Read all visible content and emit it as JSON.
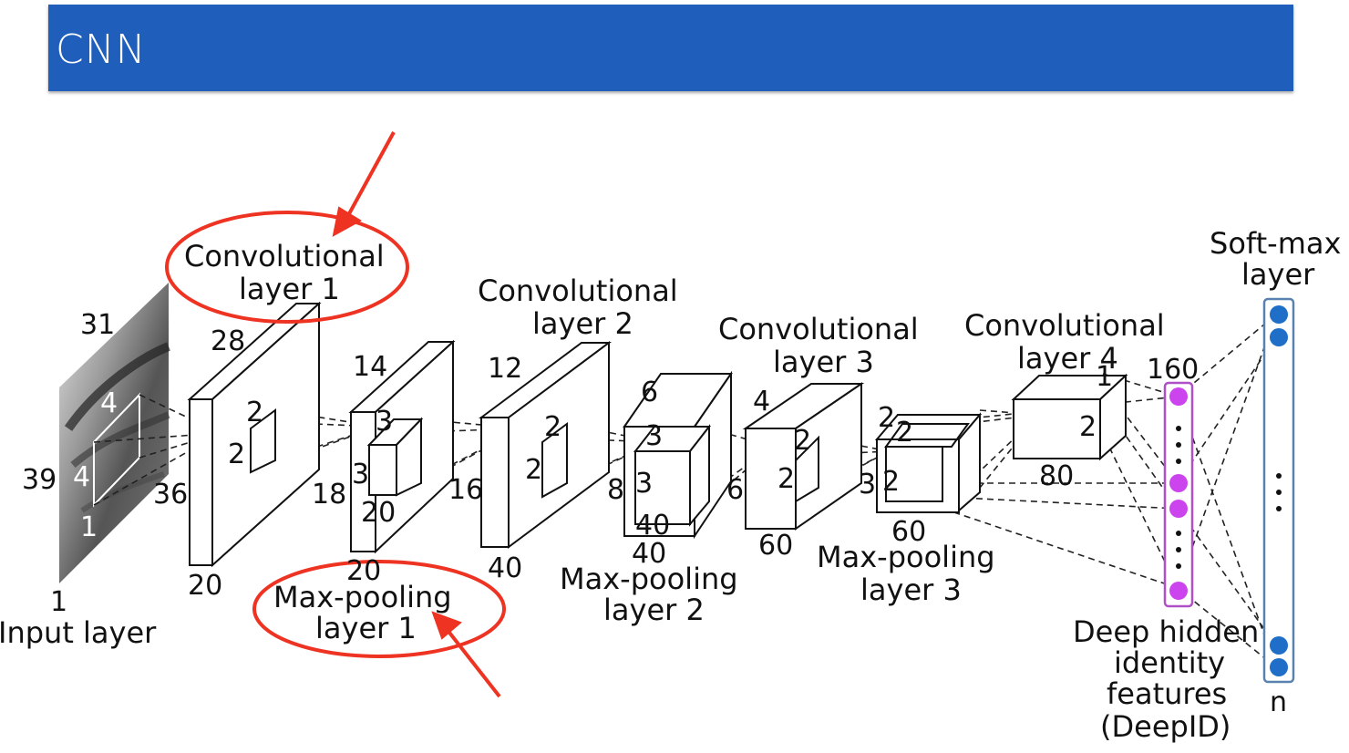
{
  "header": {
    "title": "CNN"
  },
  "diagram": {
    "input_layer": {
      "label": "Input layer",
      "depth": "1",
      "width": "31",
      "height": "39",
      "kernel_a": "4",
      "kernel_b": "4",
      "kernel_depth": "1"
    },
    "conv1": {
      "label_line1": "Convolutional",
      "label_line2": "layer 1",
      "width": "28",
      "height": "36",
      "depth": "20",
      "kernel_a": "2",
      "kernel_b": "2"
    },
    "pool1": {
      "label_line1": "Max-pooling",
      "label_line2": "layer 1",
      "width": "14",
      "height": "18",
      "depth": "20",
      "kernel_a": "3",
      "kernel_b": "3",
      "kernel_depth": "20"
    },
    "conv2": {
      "label_line1": "Convolutional",
      "label_line2": "layer 2",
      "width": "12",
      "height": "16",
      "depth": "40",
      "kernel_a": "2",
      "kernel_b": "2"
    },
    "pool2": {
      "label_line1": "Max-pooling",
      "label_line2": "layer 2",
      "width": "6",
      "height": "8",
      "depth": "40",
      "kernel_a": "3",
      "kernel_b": "3",
      "kernel_depth": "40"
    },
    "conv3": {
      "label_line1": "Convolutional",
      "label_line2": "layer 3",
      "width": "4",
      "height": "6",
      "depth": "60",
      "kernel_a": "2",
      "kernel_b": "2"
    },
    "pool3": {
      "label_line1": "Max-pooling",
      "label_line2": "layer 3",
      "width": "2",
      "height": "3",
      "depth": "60",
      "kernel_a": "2",
      "kernel_b": "2"
    },
    "conv4": {
      "label_line1": "Convolutional",
      "label_line2": "layer 4",
      "width": "1",
      "height": "2",
      "depth": "80"
    },
    "deepid": {
      "size": "160",
      "label_line1": "Deep hidden",
      "label_line2": "identity",
      "label_line3": "features",
      "label_line4": "(DeepID)"
    },
    "softmax": {
      "label_line1": "Soft-max",
      "label_line2": "layer",
      "size": "n"
    },
    "colors": {
      "title_bar": "#1f5fbb",
      "highlight": "#ee3322",
      "deepid_node": "#cc44ee",
      "softmax_node": "#1f6fc8"
    }
  }
}
